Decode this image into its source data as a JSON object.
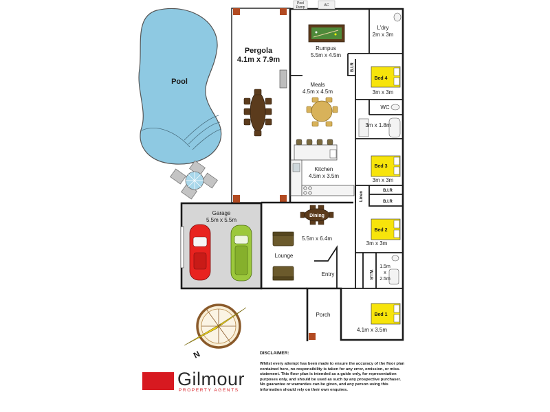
{
  "rooms": {
    "pool": "Pool",
    "pergola_name": "Pergola",
    "pergola_size": "4.1m x 7.9m",
    "rumpus_name": "Rumpus",
    "rumpus_size": "5.5m x 4.5m",
    "laundry_name": "L'dry",
    "laundry_size": "2m x 3m",
    "meals_name": "Meals",
    "meals_size": "4.5m x 4.5m",
    "bed4_name": "Bed 4",
    "bed4_size": "3m x 3m",
    "wc": "WC",
    "bath_size": "3m x 1.8m",
    "kitchen_name": "Kitchen",
    "kitchen_size": "4.5m x 3.5m",
    "bed3_name": "Bed 3",
    "bed3_size": "3m x 3m",
    "bir": "B.I.R",
    "linen": "Linen",
    "garage_name": "Garage",
    "garage_size": "5.5m x 5.5m",
    "dining": "Dining",
    "living_size": "5.5m x 6.4m",
    "lounge": "Lounge",
    "bed2_name": "Bed 2",
    "bed2_size": "3m x 3m",
    "wir": "W.I.R",
    "ensuite_w": "1.5m",
    "ensuite_x": "x",
    "ensuite_h": "2.5m",
    "entry": "Entry",
    "porch": "Porch",
    "bed1_name": "Bed 1",
    "bed1_size": "4.1m x 3.5m",
    "pool_pump_1": "Pool",
    "pool_pump_2": "Pump",
    "ac": "AC"
  },
  "compass": {
    "north": "N"
  },
  "disclaimer": {
    "title": "DISCLAIMER:",
    "body": "Whilst every attempt has been made to ensure the accuracy of the floor plan contained here, no responsibility is taken for any error, omission, or miss-statement. This floor plan is intended as a guide only, for representation purposes only, and should be used as such by any prospective purchaser. No guarantee or warranties can be given, and any person using this information should rely on their own enquires."
  },
  "logo": {
    "name": "Gilmour",
    "tagline": "PROPERTY AGENTS"
  },
  "colors": {
    "pool": "#8ec9e2",
    "garage": "#d6d6d6",
    "bed": "#f7e40b",
    "car_red": "#e8231f",
    "car_green": "#9cc83c",
    "brand_red": "#d71920",
    "wood": "#5b3b1c",
    "table": "#d8b25a",
    "sofa": "#6b5a2c"
  }
}
